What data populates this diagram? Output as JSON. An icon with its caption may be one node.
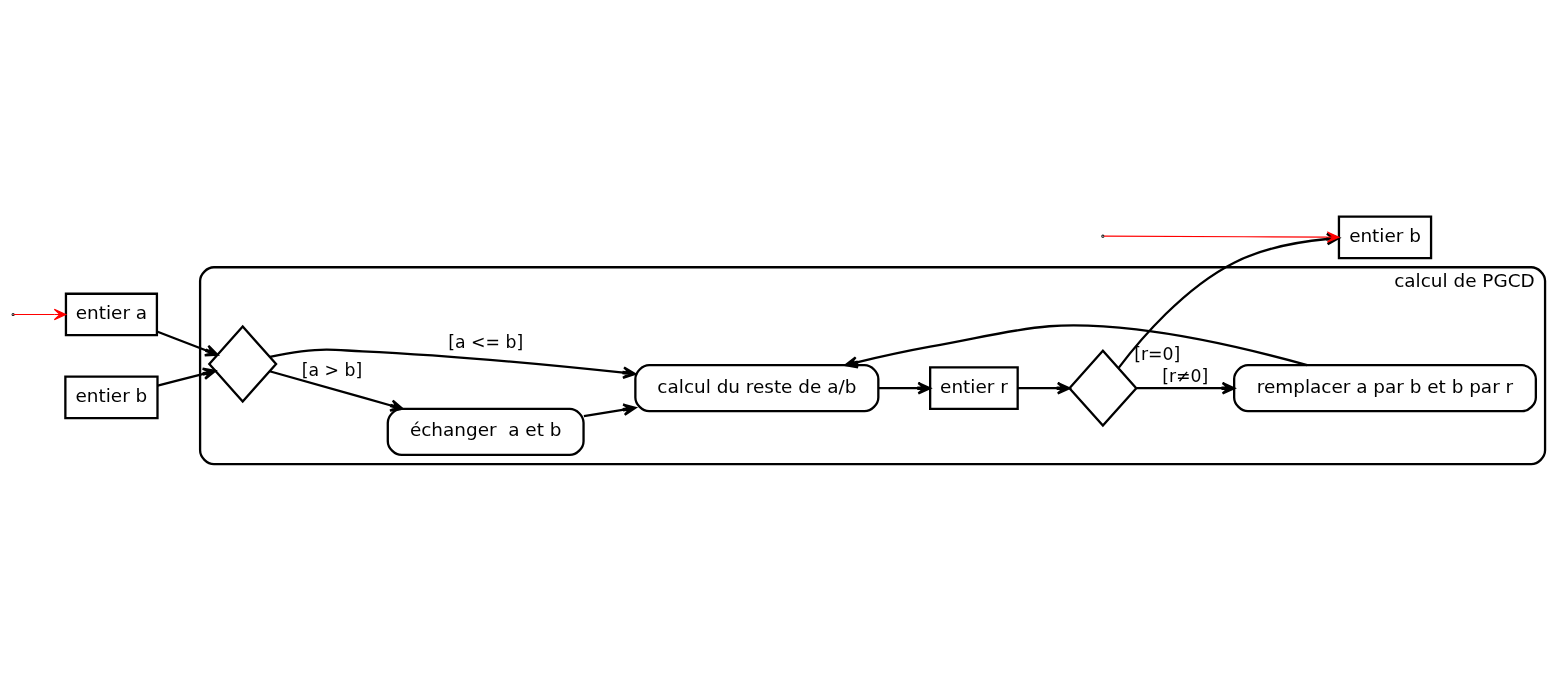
{
  "diagram": {
    "nodes": [
      {
        "text": [
          "calcul de PGCD"
        ]
      },
      {
        "text": [
          "entier a"
        ]
      },
      {
        "text": [
          "entier b"
        ]
      },
      {
        "text": [],
        "shape": "diamond",
        "in": 0
      },
      {
        "text": [
          "échanger  a et b"
        ],
        "in": 0
      },
      {
        "text": [
          "calcul du reste de a/b"
        ],
        "in": 0
      },
      {
        "text": [
          "entier r"
        ],
        "in": 0
      },
      {
        "text": [],
        "shape": "diamond",
        "in": 0
      },
      {
        "text": [
          "remplacer a par b et b par r"
        ],
        "in": 0
      },
      {
        "text": [
          "entier b"
        ]
      }
    ],
    "edges": [
      {
        "from": null,
        "to": 1,
        "arrow": "to",
        "color": "#ff0000"
      },
      {
        "from": null,
        "to": 9,
        "arrow": "to",
        "color": "#ff0000"
      },
      {
        "from": 1,
        "to": 3,
        "arrow": "to"
      },
      {
        "from": 2,
        "to": 3,
        "arrow": "to"
      },
      {
        "from": 3,
        "to": 4,
        "arrow": "to",
        "label": "[a > b]"
      },
      {
        "from": 3,
        "to": 5,
        "arrow": "to",
        "label": "[a <= b]"
      },
      {
        "from": 4,
        "to": 5,
        "arrow": "to"
      },
      {
        "from": 5,
        "to": 6,
        "arrow": "to"
      },
      {
        "from": 6,
        "to": 7,
        "arrow": "to"
      },
      {
        "from": 7,
        "to": 8,
        "arrow": "to",
        "label": "[r≠0]"
      },
      {
        "from": 8,
        "to": 5,
        "arrow": "to"
      },
      {
        "from": 7,
        "to": 9,
        "arrow": "to",
        "label": "[r=0]"
      }
    ]
  }
}
